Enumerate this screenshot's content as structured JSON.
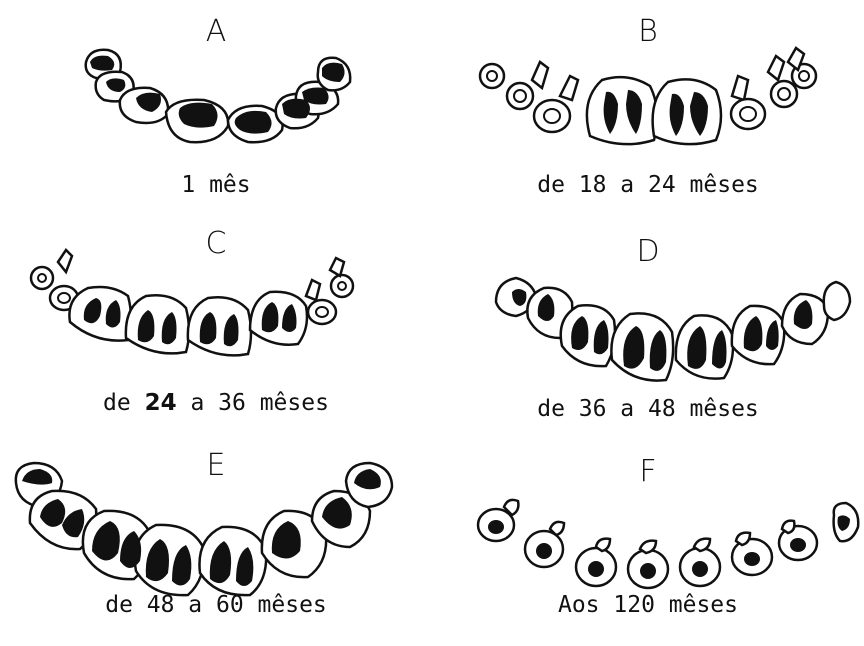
{
  "panels": [
    {
      "letter": "A",
      "caption": "1 mês"
    },
    {
      "letter": "B",
      "caption": "de 18 a 24 mêses"
    },
    {
      "letter": "C",
      "caption_pre": "de ",
      "caption_bold": "24",
      "caption_post": " a 36 mêses"
    },
    {
      "letter": "D",
      "caption": "de 36 a 48 mêses"
    },
    {
      "letter": "E",
      "caption": "de 48 a 60 mêses"
    },
    {
      "letter": "F",
      "caption": "Aos 120 mêses"
    }
  ]
}
